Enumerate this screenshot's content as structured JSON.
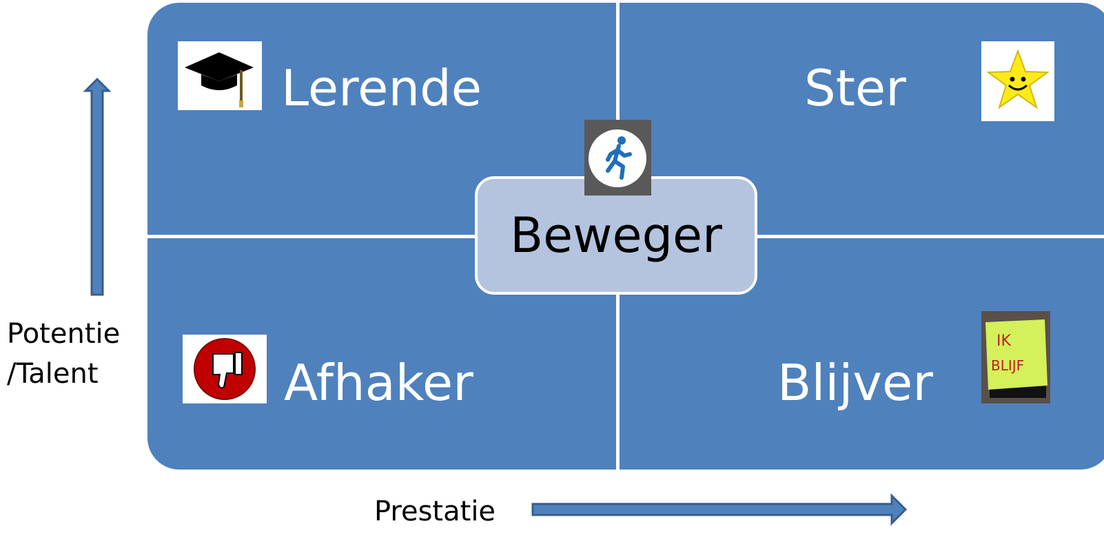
{
  "quadrants": {
    "top_left": {
      "label": "Lerende",
      "icon": "graduation-cap-icon"
    },
    "top_right": {
      "label": "Ster",
      "icon": "smiling-star-icon"
    },
    "bottom_left": {
      "label": "Afhaker",
      "icon": "thumbs-down-icon"
    },
    "bottom_right": {
      "label": "Blijver",
      "icon": "sticky-note-icon",
      "note_lines": [
        "IK",
        "BLIJF"
      ]
    }
  },
  "center": {
    "label": "Beweger",
    "icon": "running-person-icon"
  },
  "axes": {
    "y_label_line1": "Potentie",
    "y_label_line2": "/Talent",
    "x_label": "Prestatie"
  },
  "colors": {
    "matrix_fill": "#4f81bd",
    "center_fill": "#b4c4df",
    "arrow_fill": "#4f81bd",
    "arrow_stroke": "#385d8a"
  }
}
